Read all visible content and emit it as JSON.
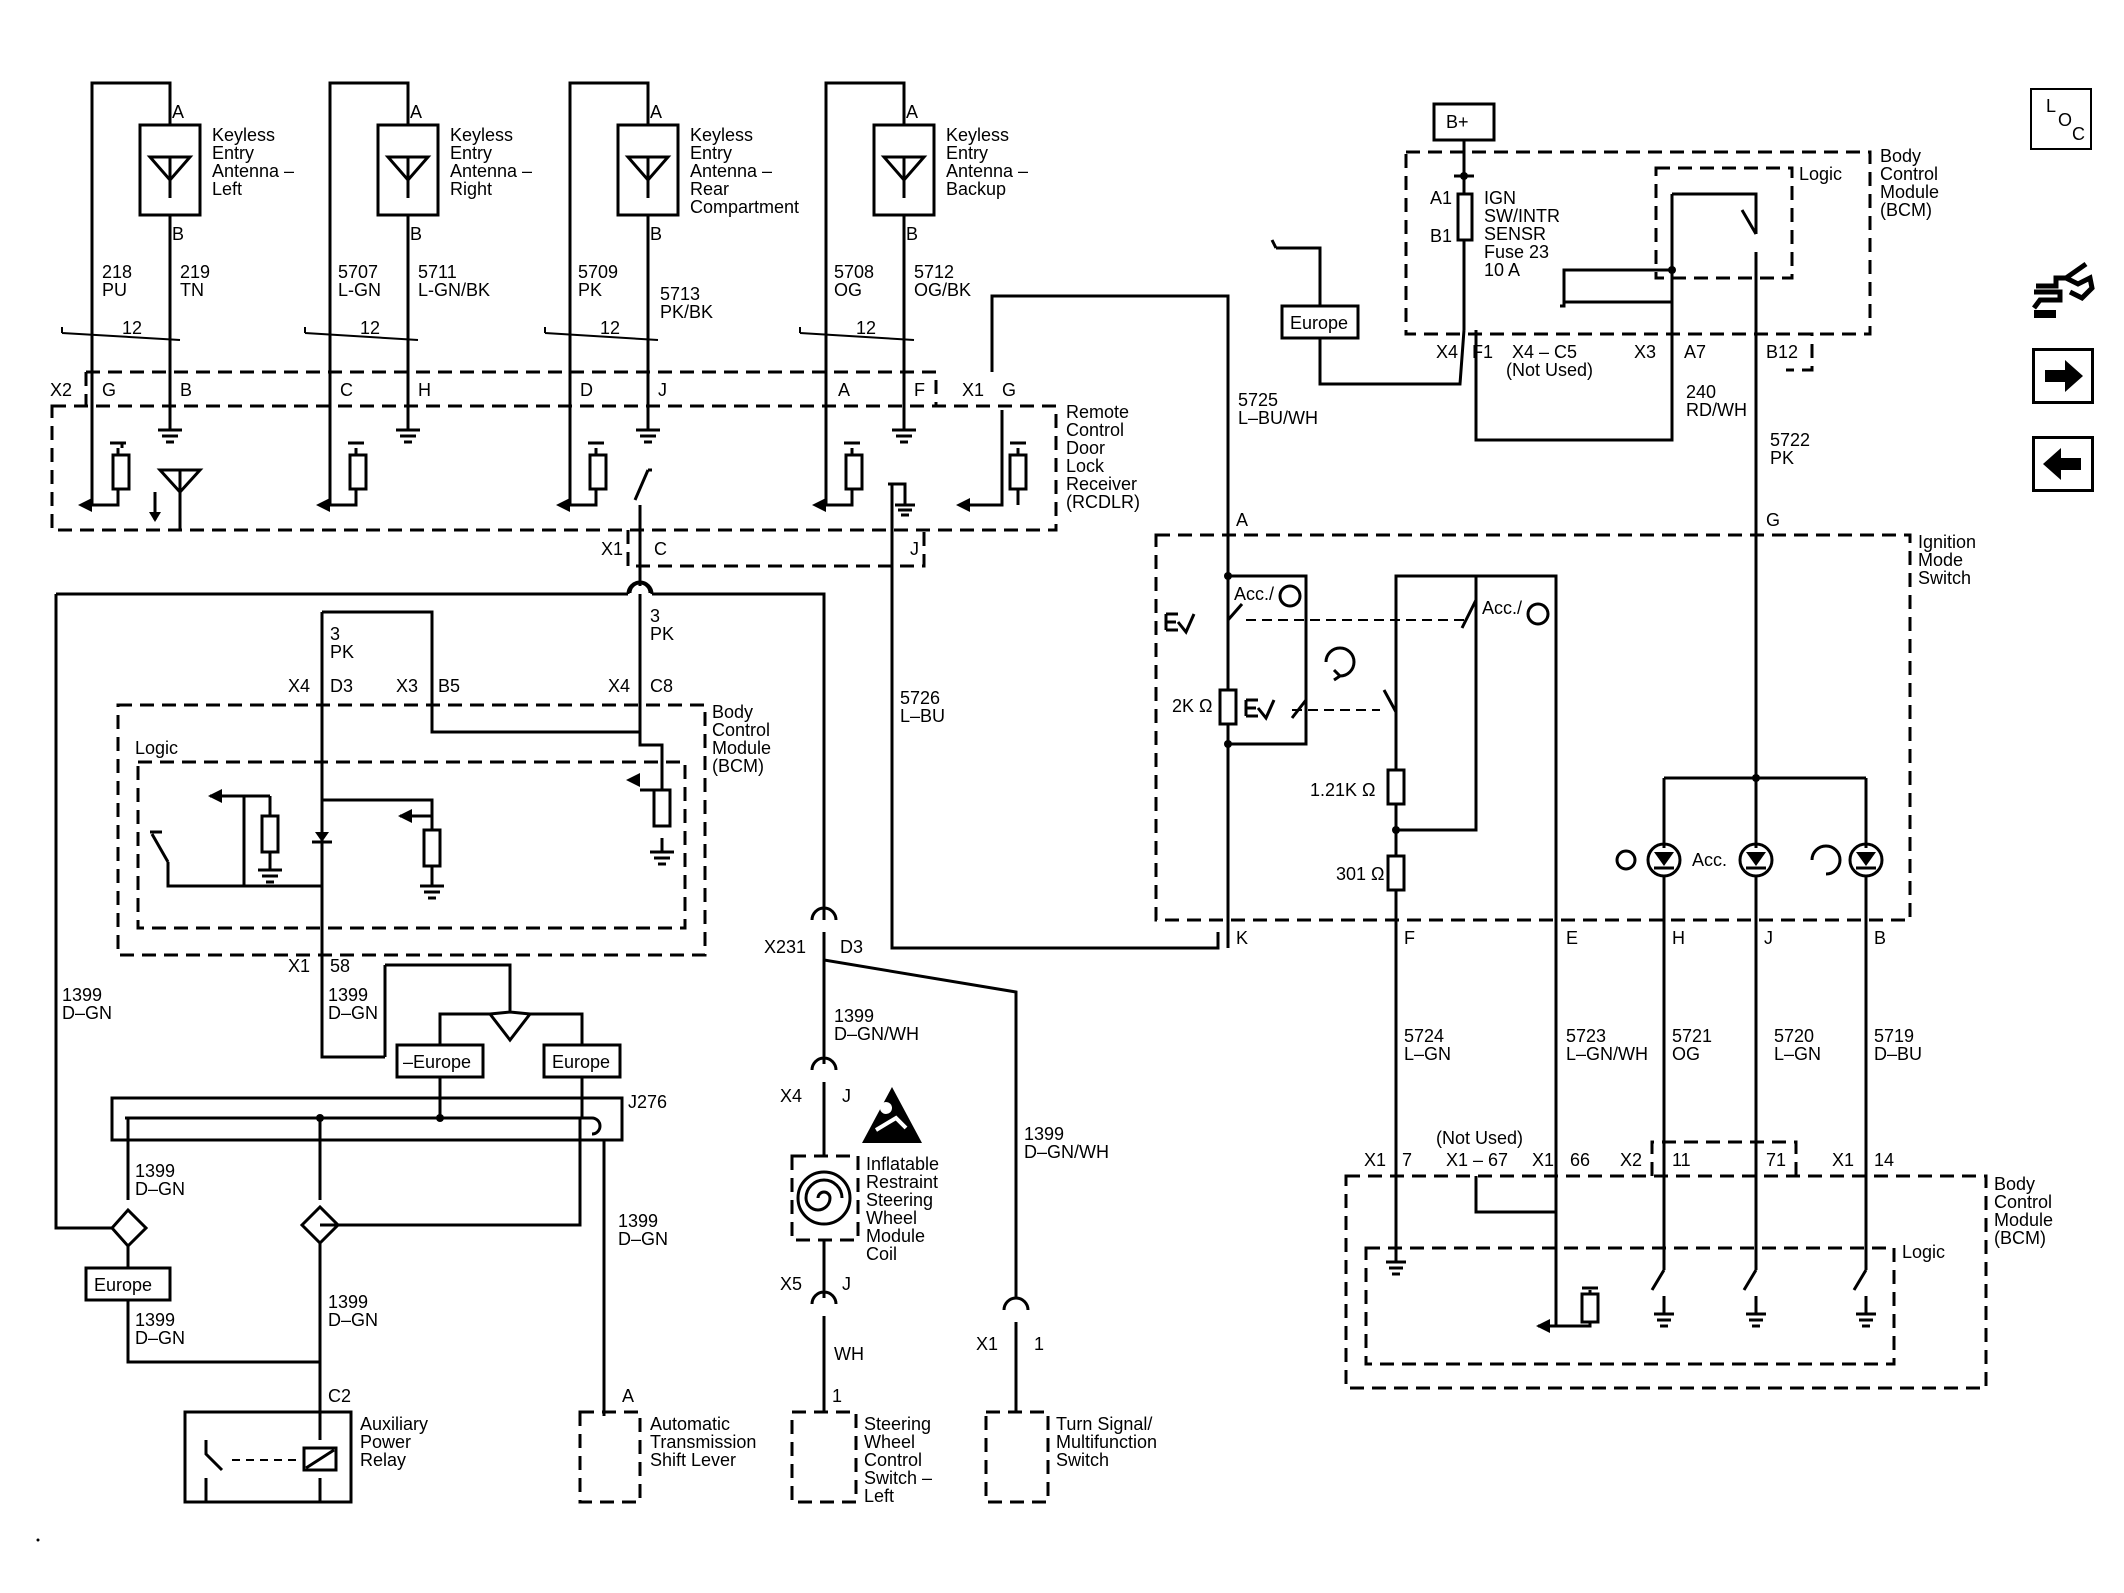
{
  "icons": {
    "loc": {
      "letters": [
        "L",
        "O",
        "C"
      ]
    },
    "tool": "wrench-connector-icon",
    "forward": "arrow-right-icon",
    "back": "arrow-left-icon"
  },
  "antennas": [
    {
      "pin_top": "A",
      "pin_bot": "B",
      "name": [
        "Keyless",
        "Entry",
        "Antenna –",
        "Left"
      ],
      "wire_l": [
        "218",
        "PU"
      ],
      "wire_r": [
        "219",
        "TN"
      ],
      "twist": "12",
      "conn_l": "G",
      "conn_r": "B"
    },
    {
      "pin_top": "A",
      "pin_bot": "B",
      "name": [
        "Keyless",
        "Entry",
        "Antenna –",
        "Right"
      ],
      "wire_l": [
        "5707",
        "L-GN"
      ],
      "wire_r": [
        "5711",
        "L-GN/BK"
      ],
      "twist": "12",
      "conn_l": "C",
      "conn_r": "H"
    },
    {
      "pin_top": "A",
      "pin_bot": "B",
      "name": [
        "Keyless",
        "Entry",
        "Antenna –",
        "Rear",
        "Compartment"
      ],
      "wire_l": [
        "5709",
        "PK"
      ],
      "wire_r": [
        "5713",
        "PK/BK"
      ],
      "twist": "12",
      "conn_l": "D",
      "conn_r": "J"
    },
    {
      "pin_top": "A",
      "pin_bot": "B",
      "name": [
        "Keyless",
        "Entry",
        "Antenna –",
        "Backup"
      ],
      "wire_l": [
        "5708",
        "OG"
      ],
      "wire_r": [
        "5712",
        "OG/BK"
      ],
      "twist": "12",
      "conn_l": "A",
      "conn_r": "F"
    }
  ],
  "rcdlr": {
    "name": [
      "Remote",
      "Control",
      "Door",
      "Lock",
      "Receiver",
      "(RCDLR)"
    ],
    "x2": "X2",
    "x1g": "X1",
    "g": "G",
    "x1": "X1",
    "c": "C",
    "j": "J"
  },
  "bcm_left": {
    "name": [
      "Body",
      "Control",
      "Module",
      "(BCM)"
    ],
    "logic": "Logic",
    "wire_3pk_a": [
      "3",
      "PK"
    ],
    "wire_3pk_b": [
      "3",
      "PK"
    ],
    "x4": "X4",
    "d3": "D3",
    "x3": "X3",
    "b5": "B5",
    "x4b": "X4",
    "c8": "C8",
    "x1": "X1",
    "p58": "58"
  },
  "wires_left": {
    "w1399_a": [
      "1399",
      "D–GN"
    ],
    "w1399_b": [
      "1399",
      "D–GN"
    ],
    "w1399_c": [
      "1399",
      "D–GN"
    ],
    "w1399_d": [
      "1399",
      "D–GN"
    ],
    "w1399_e": [
      "1399",
      "D–GN"
    ],
    "w1399_f": [
      "1399",
      "D–GN"
    ],
    "splice": "J276",
    "europe_neg": "–Europe",
    "europe": "Europe",
    "europe2": "Europe",
    "relay_pin": "C2",
    "relay": [
      "Auxiliary",
      "Power",
      "Relay"
    ],
    "trans_pin": "A",
    "trans": [
      "Automatic",
      "Transmission",
      "Shift Lever"
    ]
  },
  "center": {
    "x231": "X231",
    "d3": "D3",
    "w1399_wh": [
      "1399",
      "D–GN/WH"
    ],
    "w1399_wh2": [
      "1399",
      "D–GN/WH"
    ],
    "x4": "X4",
    "j1": "J",
    "x5": "X5",
    "j2": "J",
    "wh": "WH",
    "p1": "1",
    "coil": [
      "Inflatable",
      "Restraint",
      "Steering",
      "Wheel",
      "Module",
      "Coil"
    ],
    "swc": [
      "Steering",
      "Wheel",
      "Control",
      "Switch –",
      "Left"
    ],
    "x1": "X1",
    "p1b": "1",
    "turn": [
      "Turn Signal/",
      "Multifunction",
      "Switch"
    ],
    "w5726": [
      "5726",
      "L–BU"
    ]
  },
  "bcm_top": {
    "bplus": "B+",
    "a1": "A1",
    "b1": "B1",
    "fuse": [
      "IGN",
      "SW/INTR",
      "SENSR",
      "Fuse 23",
      "10 A"
    ],
    "logic": "Logic",
    "name": [
      "Body",
      "Control",
      "Module",
      "(BCM)"
    ],
    "europe": "Europe",
    "x4": "X4",
    "f1": "F1",
    "x4c5": [
      "X4 – C5",
      "(Not Used)"
    ],
    "x3": "X3",
    "a7": "A7",
    "b12": "B12",
    "w5725": [
      "5725",
      "L–BU/WH"
    ],
    "w240": [
      "240",
      "RD/WH"
    ],
    "w5722": [
      "5722",
      "PK"
    ]
  },
  "ign_switch": {
    "name": [
      "Ignition",
      "Mode",
      "Switch"
    ],
    "a": "A",
    "g": "G",
    "acc1": "Acc./",
    "acc2": "Acc./",
    "r2k": "2K Ω",
    "r121": "1.21K Ω",
    "r301": "301 Ω",
    "acc_led": "Acc.",
    "k": "K",
    "f": "F",
    "e": "E",
    "h": "H",
    "j": "J",
    "b": "B"
  },
  "bcm_right": {
    "w5724": [
      "5724",
      "L–GN"
    ],
    "w5723": [
      "5723",
      "L–GN/WH"
    ],
    "w5721": [
      "5721",
      "OG"
    ],
    "w5720": [
      "5720",
      "L–GN"
    ],
    "w5719": [
      "5719",
      "D–BU"
    ],
    "not_used": "(Not Used)",
    "x1a": "X1",
    "p7": "7",
    "x1_67": "X1 – 67",
    "x1b": "X1",
    "p66": "66",
    "x2": "X2",
    "p11": "11",
    "p71": "71",
    "x1c": "X1",
    "p14": "14",
    "name": [
      "Body",
      "Control",
      "Module",
      "(BCM)"
    ],
    "logic": "Logic"
  }
}
